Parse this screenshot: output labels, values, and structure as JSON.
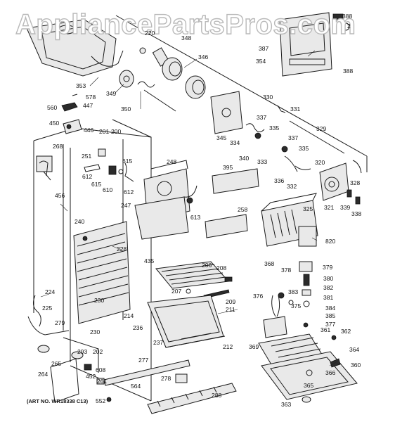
{
  "watermark": "AppliancePartsPros.com",
  "art_no": "(ART NO. WR18338 C13)",
  "callouts": {
    "c388a": "388",
    "c2": "2",
    "c387": "387",
    "c388b": "388",
    "c354": "354",
    "c348": "348",
    "c220": "220",
    "c346": "346",
    "c353": "353",
    "c349": "349",
    "c350": "350",
    "c578": "578",
    "c447": "447",
    "c560": "560",
    "c450": "450",
    "c446": "446",
    "c201": "201",
    "c200": "200",
    "c268": "268",
    "c251": "251",
    "c612a": "612",
    "c615a": "615",
    "c615b": "615",
    "c610": "610",
    "c612b": "612",
    "c248": "248",
    "c456": "456",
    "c247": "247",
    "c613": "613",
    "c240": "240",
    "c228": "228",
    "c435": "435",
    "c345": "345",
    "c330": "330",
    "c331": "331",
    "c337a": "337",
    "c334": "334",
    "c335a": "335",
    "c329": "329",
    "c340": "340",
    "c333": "333",
    "c337b": "337",
    "c335b": "335",
    "c395": "395",
    "c320": "320",
    "c336": "336",
    "c332": "332",
    "c328": "328",
    "c325": "325",
    "c321": "321",
    "c339": "339",
    "c338": "338",
    "c258": "258",
    "c820": "820",
    "c368": "368",
    "c378": "378",
    "c379": "379",
    "c380": "380",
    "c382": "382",
    "c376": "376",
    "c383": "383",
    "c381": "381",
    "c375": "375",
    "c384": "384",
    "c385": "385",
    "c377": "377",
    "c206": "206",
    "c208": "208",
    "c207": "207",
    "c209": "209",
    "c211": "211",
    "c224": "224",
    "c225": "225",
    "c230a": "230",
    "c214": "214",
    "c279": "279",
    "c236": "236",
    "c230b": "230",
    "c237": "237",
    "c212": "212",
    "c361": "361",
    "c362": "362",
    "c369": "369",
    "c364": "364",
    "c293": "293",
    "c202": "202",
    "c265": "265",
    "c264": "264",
    "c608": "608",
    "c452": "452",
    "c261": "261",
    "c552": "552",
    "c277": "277",
    "c278": "278",
    "c564": "564",
    "c288": "288",
    "c366": "366",
    "c360": "360",
    "c365": "365",
    "c363": "363"
  }
}
